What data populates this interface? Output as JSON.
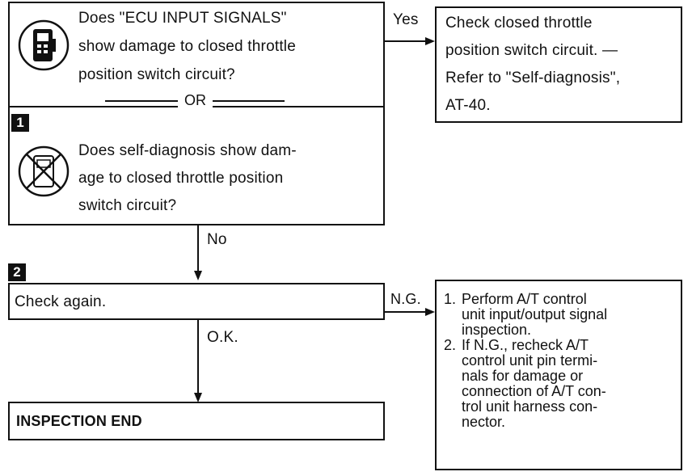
{
  "step1": {
    "badge": "1",
    "question1": [
      "Does \"ECU INPUT SIGNALS\"",
      "show damage to closed throttle",
      "position switch circuit?"
    ],
    "or_label": "OR",
    "question2": [
      "Does self-diagnosis show dam-",
      "age to closed throttle position",
      "switch circuit?"
    ]
  },
  "yes_label": "Yes",
  "yes_action": [
    "Check closed throttle",
    "position switch circuit. —",
    "Refer to \"Self-diagnosis\",",
    "AT-40."
  ],
  "no_label": "No",
  "step2": {
    "badge": "2",
    "text": "Check again."
  },
  "ng_label": "N.G.",
  "ng_action": [
    {
      "num": "1.",
      "lines": [
        "Perform A/T control",
        "unit input/output signal",
        "inspection."
      ]
    },
    {
      "num": "2.",
      "lines": [
        "If N.G., recheck A/T",
        "control unit pin termi-",
        "nals for damage or",
        "connection of A/T con-",
        "trol unit harness con-",
        "nector."
      ]
    }
  ],
  "ok_label": "O.K.",
  "end_text": "INSPECTION END",
  "icons": [
    "consult-tester-icon",
    "no-tester-icon"
  ]
}
